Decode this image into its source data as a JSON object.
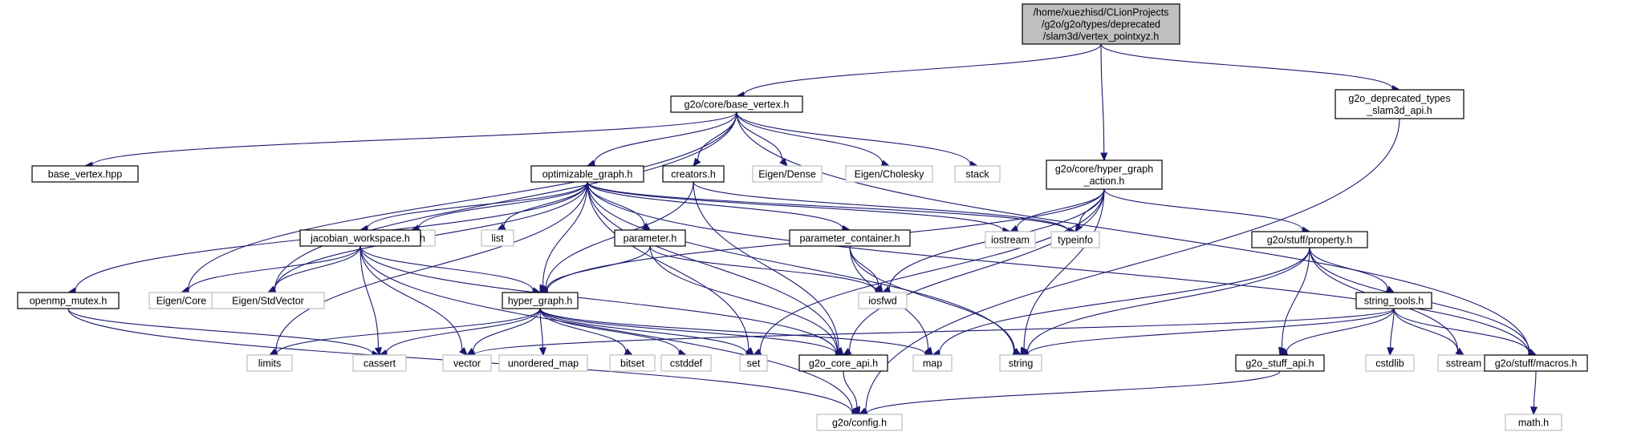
{
  "colors": {
    "edge": "#191970",
    "root_fill": "#bfbfbf",
    "system_border": "#bfbfbf",
    "project_border": "#000000"
  },
  "nodes": [
    {
      "id": "root",
      "kind": "root",
      "lines": [
        "/home/xuezhisd/CLionProjects",
        "/g2o/g2o/types/deprecated",
        "/slam3d/vertex_pointxyz.h"
      ]
    },
    {
      "id": "base_vertex_h",
      "kind": "project",
      "lines": [
        "g2o/core/base_vertex.h"
      ]
    },
    {
      "id": "hyper_graph_action_h",
      "kind": "project",
      "lines": [
        "g2o/core/hyper_graph",
        "_action.h"
      ]
    },
    {
      "id": "deprecated_api_h",
      "kind": "project",
      "lines": [
        "g2o_deprecated_types",
        "_slam3d_api.h"
      ]
    },
    {
      "id": "base_vertex_hpp",
      "kind": "project",
      "lines": [
        "base_vertex.hpp"
      ]
    },
    {
      "id": "optimizable_graph_h",
      "kind": "project",
      "lines": [
        "optimizable_graph.h"
      ]
    },
    {
      "id": "creators_h",
      "kind": "project",
      "lines": [
        "creators.h"
      ]
    },
    {
      "id": "eigen_dense",
      "kind": "system",
      "lines": [
        "Eigen/Dense"
      ]
    },
    {
      "id": "eigen_cholesky",
      "kind": "system",
      "lines": [
        "Eigen/Cholesky"
      ]
    },
    {
      "id": "stack",
      "kind": "system",
      "lines": [
        "stack"
      ]
    },
    {
      "id": "cmath",
      "kind": "system",
      "lines": [
        "cmath"
      ]
    },
    {
      "id": "jacobian_workspace_h",
      "kind": "project",
      "lines": [
        "jacobian_workspace.h"
      ]
    },
    {
      "id": "list",
      "kind": "system",
      "lines": [
        "list"
      ]
    },
    {
      "id": "parameter_h",
      "kind": "project",
      "lines": [
        "parameter.h"
      ]
    },
    {
      "id": "parameter_container_h",
      "kind": "project",
      "lines": [
        "parameter_container.h"
      ]
    },
    {
      "id": "iostream",
      "kind": "system",
      "lines": [
        "iostream"
      ]
    },
    {
      "id": "typeinfo",
      "kind": "system",
      "lines": [
        "typeinfo"
      ]
    },
    {
      "id": "property_h",
      "kind": "project",
      "lines": [
        "g2o/stuff/property.h"
      ]
    },
    {
      "id": "openmp_mutex_h",
      "kind": "project",
      "lines": [
        "openmp_mutex.h"
      ]
    },
    {
      "id": "eigen_core",
      "kind": "system",
      "lines": [
        "Eigen/Core"
      ]
    },
    {
      "id": "eigen_stdvector",
      "kind": "system",
      "lines": [
        "Eigen/StdVector"
      ]
    },
    {
      "id": "hyper_graph_h",
      "kind": "project",
      "lines": [
        "hyper_graph.h"
      ]
    },
    {
      "id": "iosfwd",
      "kind": "system",
      "lines": [
        "iosfwd"
      ]
    },
    {
      "id": "string_tools_h",
      "kind": "project",
      "lines": [
        "string_tools.h"
      ]
    },
    {
      "id": "limits",
      "kind": "system",
      "lines": [
        "limits"
      ]
    },
    {
      "id": "cassert",
      "kind": "system",
      "lines": [
        "cassert"
      ]
    },
    {
      "id": "vector",
      "kind": "system",
      "lines": [
        "vector"
      ]
    },
    {
      "id": "unordered_map",
      "kind": "system",
      "lines": [
        "unordered_map"
      ]
    },
    {
      "id": "bitset",
      "kind": "system",
      "lines": [
        "bitset"
      ]
    },
    {
      "id": "cstddef",
      "kind": "system",
      "lines": [
        "cstddef"
      ]
    },
    {
      "id": "set",
      "kind": "system",
      "lines": [
        "set"
      ]
    },
    {
      "id": "core_api_h",
      "kind": "project",
      "lines": [
        "g2o_core_api.h"
      ]
    },
    {
      "id": "map",
      "kind": "system",
      "lines": [
        "map"
      ]
    },
    {
      "id": "string",
      "kind": "system",
      "lines": [
        "string"
      ]
    },
    {
      "id": "stuff_api_h",
      "kind": "project",
      "lines": [
        "g2o_stuff_api.h"
      ]
    },
    {
      "id": "cstdlib",
      "kind": "system",
      "lines": [
        "cstdlib"
      ]
    },
    {
      "id": "sstream",
      "kind": "system",
      "lines": [
        "sstream"
      ]
    },
    {
      "id": "macros_h",
      "kind": "project",
      "lines": [
        "g2o/stuff/macros.h"
      ]
    },
    {
      "id": "config_h",
      "kind": "system",
      "lines": [
        "g2o/config.h"
      ]
    },
    {
      "id": "math_h",
      "kind": "system",
      "lines": [
        "math.h"
      ]
    }
  ],
  "edges": [
    [
      "root",
      "base_vertex_h"
    ],
    [
      "root",
      "hyper_graph_action_h"
    ],
    [
      "root",
      "deprecated_api_h"
    ],
    [
      "base_vertex_h",
      "base_vertex_hpp"
    ],
    [
      "base_vertex_h",
      "optimizable_graph_h"
    ],
    [
      "base_vertex_h",
      "creators_h"
    ],
    [
      "base_vertex_h",
      "eigen_dense"
    ],
    [
      "base_vertex_h",
      "eigen_cholesky"
    ],
    [
      "base_vertex_h",
      "stack"
    ],
    [
      "base_vertex_h",
      "eigen_core"
    ],
    [
      "base_vertex_h",
      "eigen_stdvector"
    ],
    [
      "base_vertex_h",
      "macros_h"
    ],
    [
      "optimizable_graph_h",
      "jacobian_workspace_h"
    ],
    [
      "optimizable_graph_h",
      "cmath"
    ],
    [
      "optimizable_graph_h",
      "list"
    ],
    [
      "optimizable_graph_h",
      "parameter_h"
    ],
    [
      "optimizable_graph_h",
      "parameter_container_h"
    ],
    [
      "optimizable_graph_h",
      "iostream"
    ],
    [
      "optimizable_graph_h",
      "typeinfo"
    ],
    [
      "optimizable_graph_h",
      "openmp_mutex_h"
    ],
    [
      "optimizable_graph_h",
      "hyper_graph_h"
    ],
    [
      "optimizable_graph_h",
      "limits"
    ],
    [
      "optimizable_graph_h",
      "set"
    ],
    [
      "optimizable_graph_h",
      "core_api_h"
    ],
    [
      "optimizable_graph_h",
      "string"
    ],
    [
      "optimizable_graph_h",
      "macros_h"
    ],
    [
      "optimizable_graph_h",
      "eigen_stdvector"
    ],
    [
      "creators_h",
      "hyper_graph_h"
    ],
    [
      "creators_h",
      "typeinfo"
    ],
    [
      "creators_h",
      "core_api_h"
    ],
    [
      "hyper_graph_action_h",
      "hyper_graph_h"
    ],
    [
      "hyper_graph_action_h",
      "typeinfo"
    ],
    [
      "hyper_graph_action_h",
      "iostream"
    ],
    [
      "hyper_graph_action_h",
      "iosfwd"
    ],
    [
      "hyper_graph_action_h",
      "set"
    ],
    [
      "hyper_graph_action_h",
      "string"
    ],
    [
      "hyper_graph_action_h",
      "property_h"
    ],
    [
      "hyper_graph_action_h",
      "core_api_h"
    ],
    [
      "jacobian_workspace_h",
      "eigen_core"
    ],
    [
      "jacobian_workspace_h",
      "eigen_stdvector"
    ],
    [
      "jacobian_workspace_h",
      "hyper_graph_h"
    ],
    [
      "jacobian_workspace_h",
      "cassert"
    ],
    [
      "jacobian_workspace_h",
      "vector"
    ],
    [
      "jacobian_workspace_h",
      "core_api_h"
    ],
    [
      "jacobian_workspace_h",
      "config_h"
    ],
    [
      "parameter_h",
      "hyper_graph_h"
    ],
    [
      "parameter_h",
      "iosfwd"
    ],
    [
      "parameter_h",
      "core_api_h"
    ],
    [
      "parameter_container_h",
      "iosfwd"
    ],
    [
      "parameter_container_h",
      "map"
    ],
    [
      "parameter_container_h",
      "string"
    ],
    [
      "openmp_mutex_h",
      "cassert"
    ],
    [
      "openmp_mutex_h",
      "config_h"
    ],
    [
      "hyper_graph_h",
      "limits"
    ],
    [
      "hyper_graph_h",
      "cassert"
    ],
    [
      "hyper_graph_h",
      "vector"
    ],
    [
      "hyper_graph_h",
      "unordered_map"
    ],
    [
      "hyper_graph_h",
      "bitset"
    ],
    [
      "hyper_graph_h",
      "cstddef"
    ],
    [
      "hyper_graph_h",
      "set"
    ],
    [
      "hyper_graph_h",
      "core_api_h"
    ],
    [
      "hyper_graph_h",
      "map"
    ],
    [
      "property_h",
      "map"
    ],
    [
      "property_h",
      "string"
    ],
    [
      "property_h",
      "string_tools_h"
    ],
    [
      "property_h",
      "stuff_api_h"
    ],
    [
      "property_h",
      "sstream"
    ],
    [
      "property_h",
      "macros_h"
    ],
    [
      "string_tools_h",
      "string"
    ],
    [
      "string_tools_h",
      "vector"
    ],
    [
      "string_tools_h",
      "cstdlib"
    ],
    [
      "string_tools_h",
      "sstream"
    ],
    [
      "string_tools_h",
      "stuff_api_h"
    ],
    [
      "string_tools_h",
      "macros_h"
    ],
    [
      "core_api_h",
      "config_h"
    ],
    [
      "stuff_api_h",
      "config_h"
    ],
    [
      "macros_h",
      "math_h"
    ],
    [
      "deprecated_api_h",
      "config_h"
    ]
  ]
}
